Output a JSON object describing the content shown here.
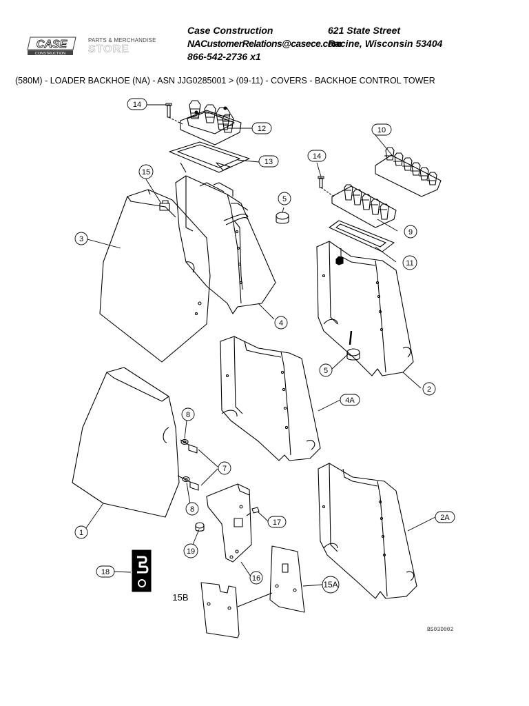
{
  "header": {
    "logo_brand": "CASE",
    "logo_sub": "CONSTRUCTION",
    "store_line1": "PARTS & MERCHANDISE",
    "store_line2": "STORE",
    "company": "Case Construction",
    "street": "621 State Street",
    "email": "NACustomerRelations@casece.com",
    "city": "Racine, Wisconsin 53404",
    "phone": "866-542-2736 x1"
  },
  "breadcrumb": "(580M) - LOADER BACKHOE (NA) - ASN JJG0285001 > (09-11) - COVERS - BACKHOE CONTROL TOWER",
  "callouts": {
    "c14a": "14",
    "c12": "12",
    "c13": "13",
    "c15": "15",
    "c3": "3",
    "c5a": "5",
    "c4": "4",
    "c10": "10",
    "c14b": "14",
    "c9": "9",
    "c11": "11",
    "c5b": "5",
    "c2": "2",
    "c4A": "4A",
    "c8a": "8",
    "c7": "7",
    "c8b": "8",
    "c1": "1",
    "c2A": "2A",
    "c17": "17",
    "c19": "19",
    "c18": "18",
    "c16": "16",
    "c15A": "15A",
    "c15B": "15B"
  },
  "figure_code": "BS03D002"
}
